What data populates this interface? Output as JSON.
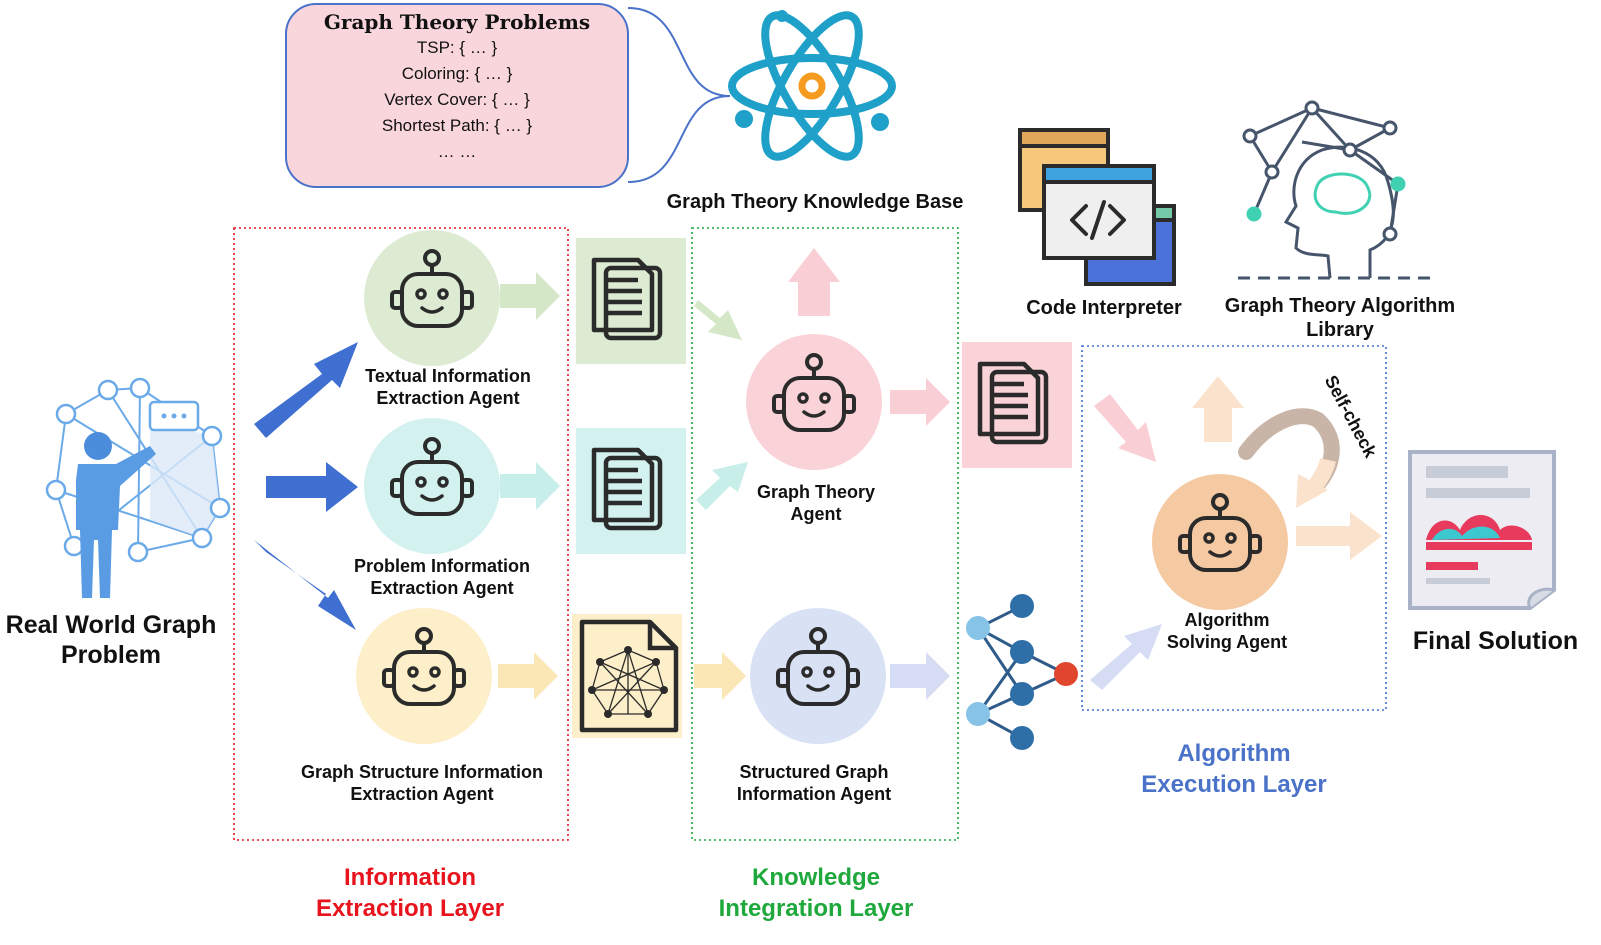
{
  "knowledge_box": {
    "title": "Graph Theory Problems",
    "items": [
      "TSP: { … }",
      "Coloring: { … }",
      "Vertex Cover: { … }",
      "Shortest Path: { … }",
      "… …"
    ]
  },
  "labels": {
    "knowledge_base": "Graph Theory Knowledge Base",
    "code_interpreter": "Code Interpreter",
    "algorithm_library": "Graph Theory Algorithm\nLibrary",
    "input": "Real World Graph\nProblem",
    "output": "Final Solution",
    "self_check": "Self-check"
  },
  "agents": {
    "textual": "Textual Information\nExtraction Agent",
    "problem": "Problem Information\nExtraction Agent",
    "structure": "Graph Structure Information\nExtraction Agent",
    "graph_theory": "Graph Theory\nAgent",
    "structured": "Structured Graph\nInformation Agent",
    "solving": "Algorithm\nSolving Agent"
  },
  "layers": {
    "extraction": "Information\nExtraction Layer",
    "integration": "Knowledge\nIntegration Layer",
    "execution": "Algorithm\nExecution Layer"
  },
  "colors": {
    "extraction": "#e8141d",
    "integration": "#1fa83b",
    "execution": "#4a72c8",
    "big_arrow": "#3f6fd1"
  }
}
